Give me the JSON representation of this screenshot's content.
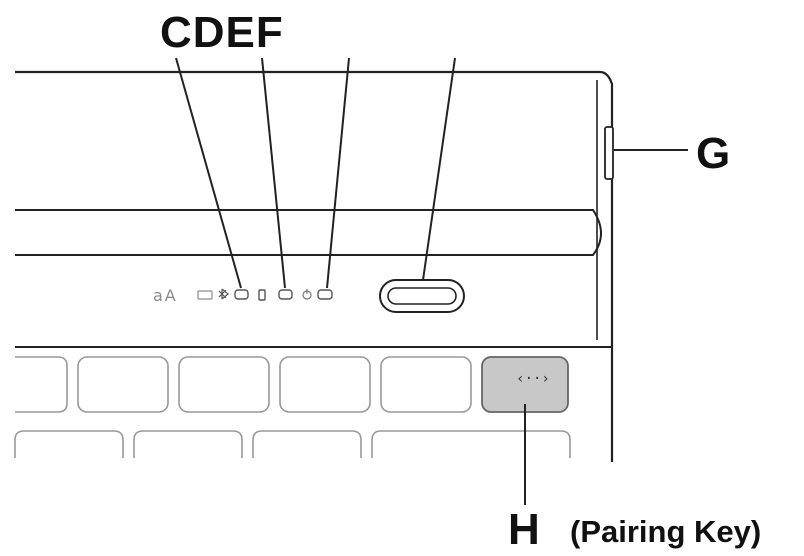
{
  "labels": {
    "cdef": "CDEF",
    "g": "G",
    "h": "H",
    "h_description": "(Pairing Key)"
  },
  "indicator_text": "aA",
  "pairing_key_glyph": "‹··›",
  "icons": [
    "bluetooth-icon",
    "battery-icon",
    "power-icon",
    "caps-lock-indicator-icon"
  ]
}
